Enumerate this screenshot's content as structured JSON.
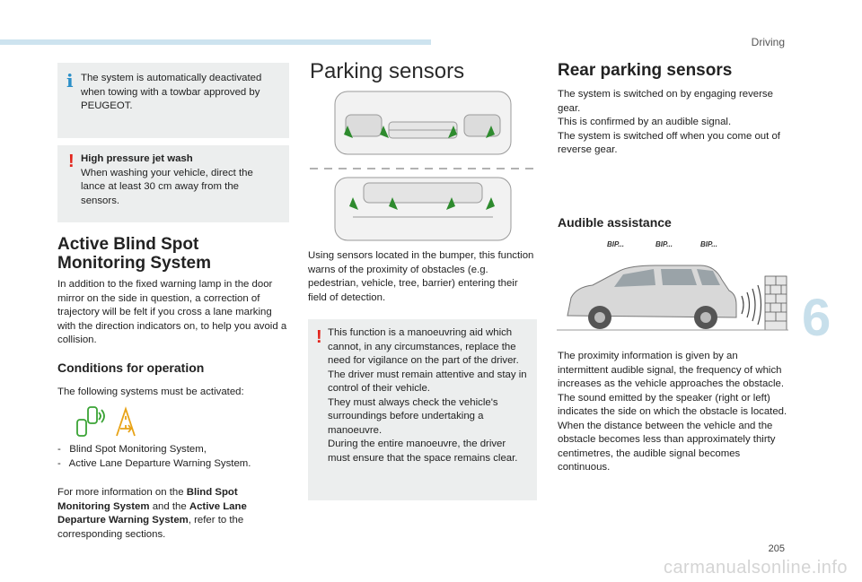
{
  "header": {
    "section": "Driving",
    "chapter": "6",
    "page": "205"
  },
  "watermark": "carmanualsonline.info",
  "col1": {
    "info_box": {
      "text": "The system is automatically deactivated when towing with a towbar approved by PEUGEOT."
    },
    "warn_box": {
      "title": "High pressure jet wash",
      "text": "When washing your vehicle, direct the lance at least 30 cm away from the sensors."
    },
    "abs_title_1": "Active Blind Spot",
    "abs_title_2": "Monitoring System",
    "abs_text": "In addition to the fixed warning lamp in the door mirror on the side in question, a correction of trajectory will be felt if you cross a lane marking with the direction indicators on, to help you avoid a collision.",
    "conditions_title": "Conditions for operation",
    "conditions_text": "The following systems must be activated:",
    "list": [
      "-   Blind Spot Monitoring System,",
      "-   Active Lane Departure Warning System."
    ],
    "more_1": "For more information on the ",
    "more_b1": "Blind Spot Monitoring System",
    "more_2": " and the ",
    "more_b2": "Active Lane Departure Warning System",
    "more_3": ", refer to the corresponding sections."
  },
  "col2": {
    "title": "Parking sensors",
    "text": "Using sensors located in the bumper, this function warns of the proximity of obstacles (e.g. pedestrian, vehicle, tree, barrier) entering their field of detection.",
    "warn_lines": [
      "This function is a manoeuvring aid which cannot, in any circumstances, replace the need for vigilance on the part of the driver.",
      "The driver must remain attentive and stay in control of their vehicle.",
      "They must always check the vehicle's surroundings before undertaking a manoeuvre.",
      "During the entire manoeuvre, the driver must ensure that the space remains clear."
    ]
  },
  "col3": {
    "title": "Rear parking sensors",
    "lines": [
      "The system is switched on by engaging reverse gear.",
      "This is confirmed by an audible signal.",
      "The system is switched off when you come out of reverse gear."
    ],
    "audible_title": "Audible assistance",
    "bip": [
      "BIP...",
      "BIP...",
      "BIP..."
    ],
    "prox_lines": [
      "The proximity information is given by an intermittent audible signal, the frequency of which increases as the vehicle approaches the obstacle.",
      "The sound emitted by the speaker (right or left) indicates the side on which the obstacle is located.",
      "When the distance between the vehicle and the obstacle becomes less than approximately thirty centimetres, the audible signal becomes continuous."
    ]
  },
  "colors": {
    "accent": "#2b8fc8",
    "warning": "#e2231a",
    "box_bg": "#eceeee",
    "chapter": "#c7dfeb",
    "icon_green": "#3aa335",
    "icon_orange": "#e8a317",
    "arrow_green": "#2e8b2e"
  }
}
